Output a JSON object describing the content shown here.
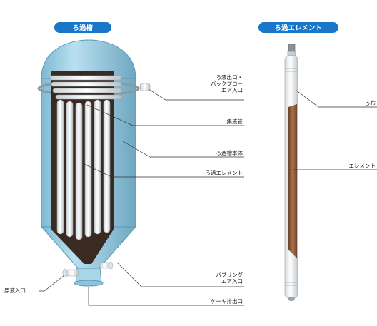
{
  "headers": {
    "left": "ろ過槽",
    "right": "ろ過エレメント"
  },
  "labels": {
    "backwash_inlet": "ろ液出口・\nバックプロー\nエア入口",
    "header_pipe": "集液管",
    "body": "ろ過槽本体",
    "element_left": "ろ過エレメント",
    "bubbling_inlet": "バブリング\nエア入口",
    "cake_outlet": "ケーキ排出口",
    "raw_inlet": "原液入口",
    "filter_cloth": "ろ布",
    "element_right": "エレメント"
  },
  "colors": {
    "vessel": "#9fd0e4",
    "vessel_dark": "#6fa9c4",
    "interior": "#3a2a22",
    "accent": "#1976c8",
    "cloth": "#8a5a3a"
  }
}
